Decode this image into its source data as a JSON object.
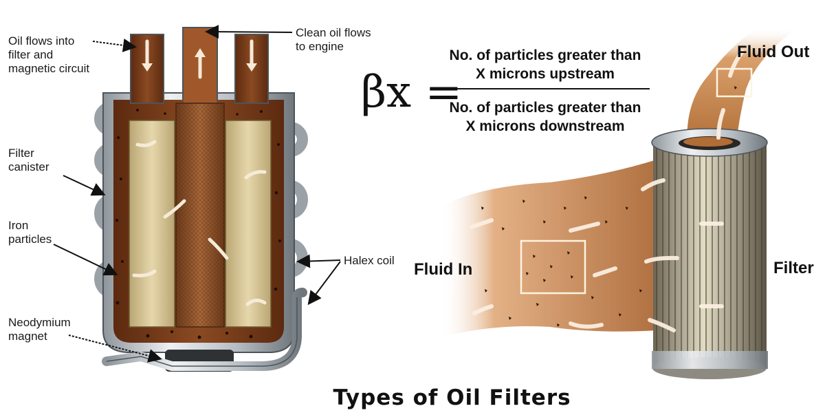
{
  "left_diagram": {
    "labels": {
      "oil_in": "Oil flows into\nfilter and\nmagnetic circuit",
      "clean_out": "Clean oil flows\nto engine",
      "canister": "Filter\ncanister",
      "iron": "Iron\nparticles",
      "coil": "Halex coil",
      "magnet": "Neodymium\nmagnet"
    }
  },
  "formula": {
    "symbol": "βx =",
    "numerator": "No. of particles greater than\nX microns upstream",
    "denominator": "No. of particles greater than\nX microns downstream"
  },
  "right_diagram": {
    "labels": {
      "fluid_out": "Fluid Out",
      "fluid_in": "Fluid In",
      "filter": "Filter"
    }
  },
  "title": "Types of Oil Filters",
  "colors": {
    "oil": "#8a4a22",
    "cartridge": "#d8c79a",
    "metal": "#c9ced3",
    "fluid": "#c9854a"
  }
}
